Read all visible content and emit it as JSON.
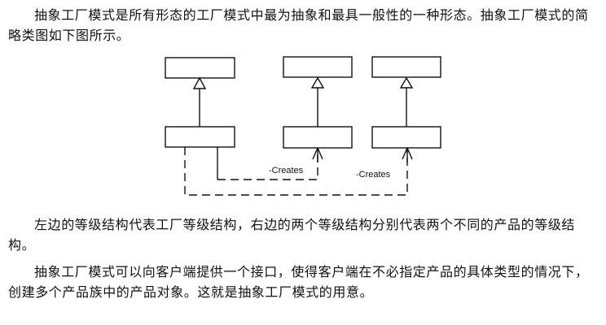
{
  "document": {
    "paragraphs": [
      "抽象工厂模式是所有形态的工厂模式中最为抽象和最具一般性的一种形态。抽象工厂模式的简略类图如下图所示。",
      "左边的等级结构代表工厂等级结构，右边的两个等级结构分别代表两个不同的产品的等级结构。",
      "抽象工厂模式可以向客户端提供一个接口，使得客户端在不必指定产品的具体类型的情况下，创建多个产品族中的产品对象。这就是抽象工厂模式的用意。"
    ]
  },
  "diagram": {
    "type": "UML class diagram (abstract factory)",
    "hierarchies": [
      {
        "name": "factory-hierarchy",
        "role": "工厂等级结构"
      },
      {
        "name": "product-hierarchy-1",
        "role": "产品等级结构"
      },
      {
        "name": "product-hierarchy-2",
        "role": "产品等级结构"
      }
    ],
    "relations": [
      {
        "from": "factory-hierarchy",
        "to": "product-hierarchy-1",
        "label": "-Creates"
      },
      {
        "from": "factory-hierarchy",
        "to": "product-hierarchy-2",
        "label": "-Creates"
      }
    ]
  }
}
